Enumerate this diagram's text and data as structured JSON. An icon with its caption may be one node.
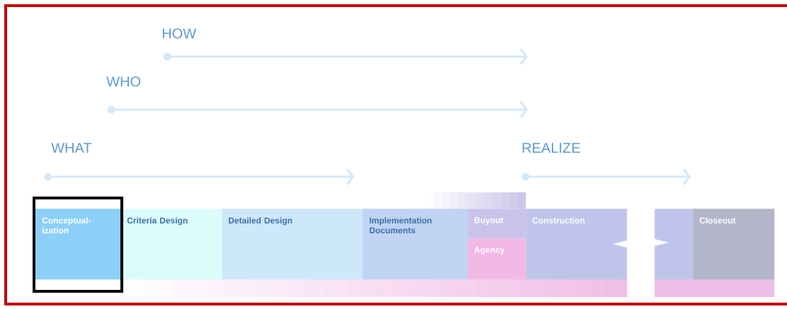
{
  "diagram": {
    "nodes": [
      {
        "text": [
          "Conceptual-ization"
        ]
      },
      {
        "text": [
          "Criteria Design"
        ]
      },
      {
        "text": [
          "Detailed Design"
        ]
      },
      {
        "text": [
          "Implementation Documents"
        ]
      },
      {
        "text": [
          "Buyout"
        ]
      },
      {
        "text": [
          "Agency"
        ]
      },
      {
        "text": [
          "Construction"
        ]
      },
      {
        "text": [],
        "shape": "box"
      },
      {
        "text": [
          "Closeout"
        ]
      }
    ],
    "labels": [
      "HOW",
      "WHO",
      "WHAT",
      "REALIZE"
    ]
  }
}
